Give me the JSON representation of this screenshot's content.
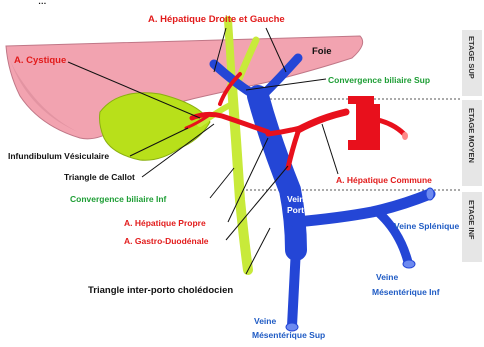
{
  "header_text": "…",
  "labels": {
    "hepatique_droite_gauche": "A. Hépatique Droite et Gauche",
    "foie": "Foie",
    "cystique": "A. Cystique",
    "convergence_sup": "Convergence biliaire Sup",
    "infundibulum": "Infundibulum Vésiculaire",
    "triangle_callot": "Triangle de Callot",
    "hepatique_commune": "A. Hépatique Commune",
    "convergence_inf": "Convergence biliaire Inf",
    "veine_porte_1": "Veine",
    "veine_porte_2": "Porte",
    "veine_splenique": "Veine Splénique",
    "hepatique_propre": "A. Hépatique Propre",
    "gastro_duodenale": "A. Gastro-Duodénale",
    "mesenterique_inf_1": "Veine",
    "mesenterique_inf_2": "Mésentérique Inf",
    "triangle_inter_porto": "Triangle inter-porto cholédocien",
    "mesenterique_sup_1": "Veine",
    "mesenterique_sup_2": "Mésentérique Sup"
  },
  "side_labels": {
    "etage_sup": "ETAGE SUP",
    "etage_moyen": "ETAGE MOYEN",
    "etage_inf": "ETAGE INF"
  },
  "colors": {
    "liver": "#f2a3b0",
    "gallbladder": "#b8e01a",
    "bile_duct": "#c8ea3a",
    "artery": "#e8101c",
    "vein": "#2446d6",
    "label_red": "#e21b1b",
    "label_green": "#1e9e35",
    "label_blue": "#1f5bc4",
    "label_black": "#111111"
  }
}
